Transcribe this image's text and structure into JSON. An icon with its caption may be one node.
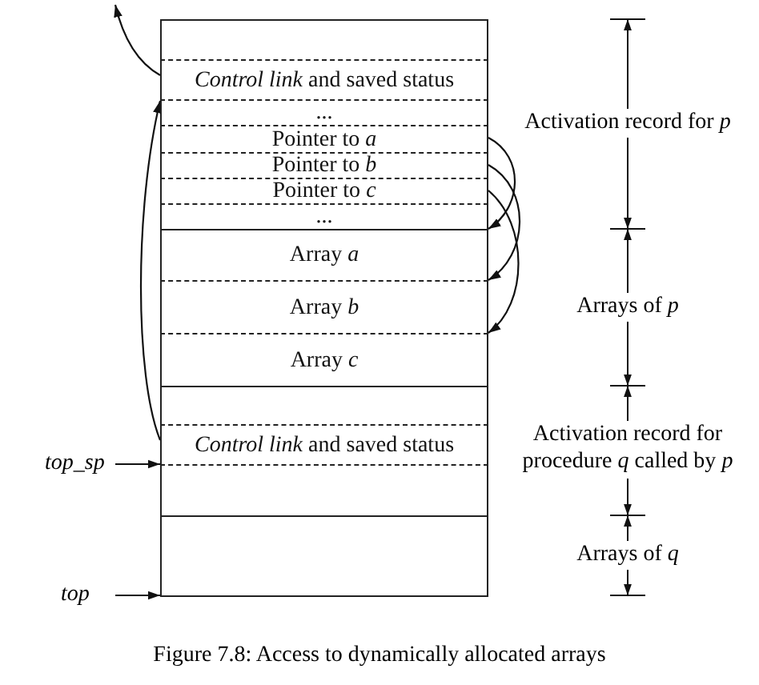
{
  "diagram": {
    "caption": "Figure 7.8: Access to dynamically allocated arrays",
    "nodes": [
      {
        "text": [],
        "shape": "box"
      },
      {
        "text": [
          "*Control link* and saved status"
        ]
      },
      {
        "text": [
          "..."
        ]
      },
      {
        "text": [
          "Pointer to *a*"
        ]
      },
      {
        "text": [
          "Pointer to *b*"
        ]
      },
      {
        "text": [
          "Pointer to *c*"
        ]
      },
      {
        "text": [
          "..."
        ]
      },
      {
        "text": [
          "Array *a*"
        ]
      },
      {
        "text": [
          "Array *b*"
        ]
      },
      {
        "text": [
          "Array *c*"
        ]
      },
      {
        "text": [],
        "shape": "box"
      },
      {
        "text": [
          "*Control link* and saved status"
        ]
      },
      {
        "text": [],
        "shape": "box"
      },
      {
        "text": [],
        "shape": "box"
      },
      {
        "text": [
          "top_sp"
        ]
      },
      {
        "text": [
          "top"
        ]
      }
    ],
    "edges": [
      {
        "from": 1,
        "to": null,
        "arrow": "to"
      },
      {
        "from": 11,
        "to": 1,
        "arrow": "to"
      },
      {
        "from": 3,
        "to": 7,
        "arrow": "to"
      },
      {
        "from": 4,
        "to": 8,
        "arrow": "to"
      },
      {
        "from": 5,
        "to": 9,
        "arrow": "to"
      },
      {
        "from": 14,
        "to": 11,
        "arrow": "to"
      },
      {
        "from": 15,
        "to": 13,
        "arrow": "to"
      }
    ],
    "labels": [
      "Activation record for *p*",
      "Arrays of *p*",
      "Activation record for procedure *q* called by *p*",
      "Arrays of *q*"
    ]
  }
}
